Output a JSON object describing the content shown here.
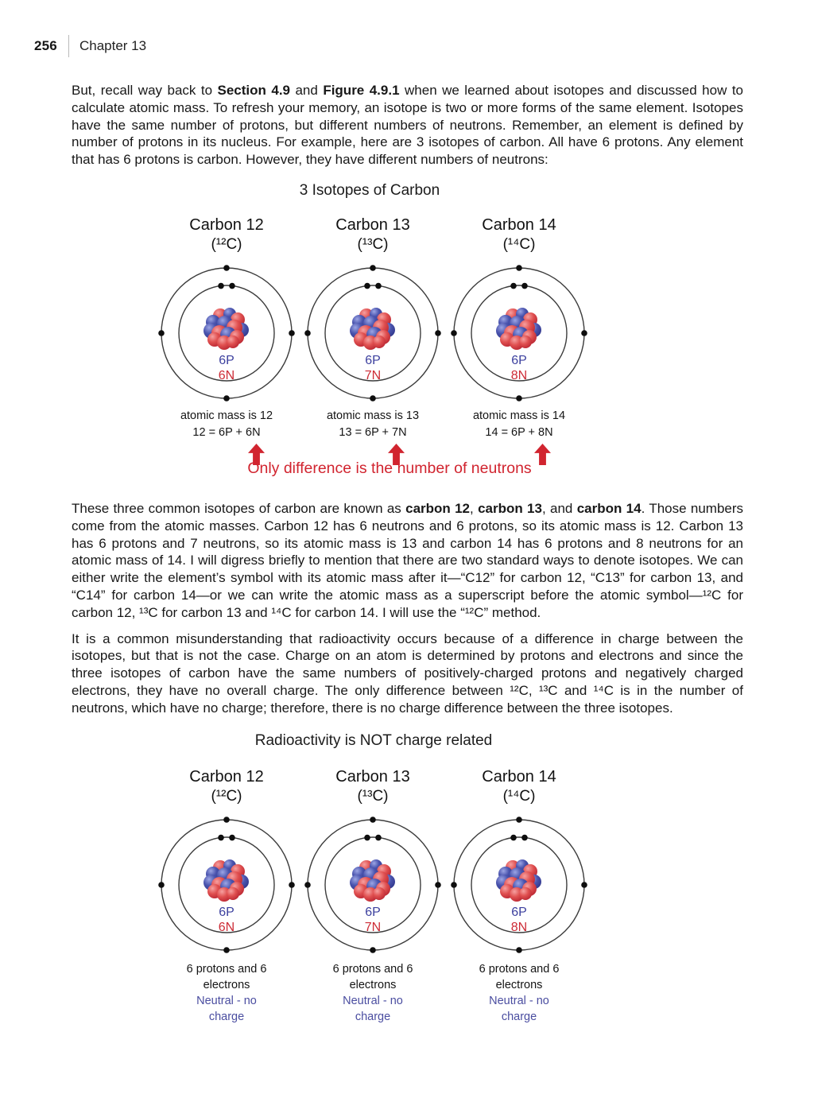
{
  "page": {
    "number": "256",
    "chapter": "Chapter 13"
  },
  "paragraphs": {
    "p1": [
      {
        "t": "But, recall way back to "
      },
      {
        "t": "Section 4.9",
        "b": true
      },
      {
        "t": " and "
      },
      {
        "t": "Figure 4.9.1",
        "b": true
      },
      {
        "t": " when we learned about isotopes and discussed how to calculate atomic mass. To refresh your memory, an isotope is two or more forms of the same element. Isotopes have the same number of protons, but different numbers of neutrons. Remember, an element is defined by number of protons in its nucleus. For example, here are 3 isotopes of carbon. All have 6 protons. Any element that has 6 protons is carbon. However, they have different numbers of neutrons:"
      }
    ],
    "p2": [
      {
        "t": "These three common isotopes of carbon are known as "
      },
      {
        "t": "carbon 12",
        "b": true
      },
      {
        "t": ", "
      },
      {
        "t": "carbon 13",
        "b": true
      },
      {
        "t": ", and "
      },
      {
        "t": "carbon 14",
        "b": true
      },
      {
        "t": ". Those numbers come from the atomic masses. Carbon 12 has 6 neutrons and 6 protons, so its atomic mass is 12. Carbon 13 has 6 protons and 7 neutrons, so its atomic mass is 13 and carbon 14 has 6 protons and 8 neutrons for an atomic mass of 14. I will digress briefly to mention that there are two standard ways to denote isotopes. We can either write the element’s symbol with its atomic mass after it—“C12” for carbon 12, “C13” for carbon 13, and “C14” for carbon 14—or we can write the atomic mass as a superscript before the atomic symbol—¹²C for carbon 12, ¹³C for carbon 13 and ¹⁴C for carbon 14. I will use the “¹²C” method."
      }
    ],
    "p3": [
      {
        "t": "It is a common misunderstanding that radioactivity occurs because of a difference in charge between the isotopes, but that is not the case. Charge on an atom is determined by protons and electrons and since the three isotopes of carbon have the same numbers of positively-charged protons and negatively charged electrons, they have no overall charge.  The only difference between ¹²C, ¹³C and ¹⁴C is in the number of neutrons, which have no charge; therefore, there is no charge difference between the three isotopes."
      }
    ]
  },
  "figure1": {
    "title": "3 Isotopes of Carbon",
    "annotation": "Only difference is the number of neutrons",
    "columns": [
      {
        "name": "Carbon 12",
        "symbol": "(¹²C)",
        "protons": "6P",
        "neutrons": "6N",
        "caption1": "atomic mass is 12",
        "caption2": "12 = 6P + 6N"
      },
      {
        "name": "Carbon 13",
        "symbol": "(¹³C)",
        "protons": "6P",
        "neutrons": "7N",
        "caption1": "atomic mass is 13",
        "caption2": "13 = 6P + 7N"
      },
      {
        "name": "Carbon 14",
        "symbol": "(¹⁴C)",
        "protons": "6P",
        "neutrons": "8N",
        "caption1": "atomic mass is 14",
        "caption2": "14 = 6P + 8N"
      }
    ]
  },
  "figure2": {
    "title": "Radioactivity is NOT charge related",
    "columns": [
      {
        "name": "Carbon 12",
        "symbol": "(¹²C)",
        "protons": "6P",
        "neutrons": "6N",
        "caption_black": "6 protons and 6 electrons",
        "caption_blue": "Neutral - no charge"
      },
      {
        "name": "Carbon 13",
        "symbol": "(¹³C)",
        "protons": "6P",
        "neutrons": "7N",
        "caption_black": "6 protons and 6 electrons",
        "caption_blue": "Neutral - no charge"
      },
      {
        "name": "Carbon 14",
        "symbol": "(¹⁴C)",
        "protons": "6P",
        "neutrons": "8N",
        "caption_black": "6 protons and 6 electrons",
        "caption_blue": "Neutral - no charge"
      }
    ]
  },
  "colors": {
    "annotation_red": "#d1242f",
    "proton_label_blue": "#3b3f9e",
    "neutron_label_red": "#cd2b35",
    "neutral_caption_blue": "#4a4da0"
  }
}
